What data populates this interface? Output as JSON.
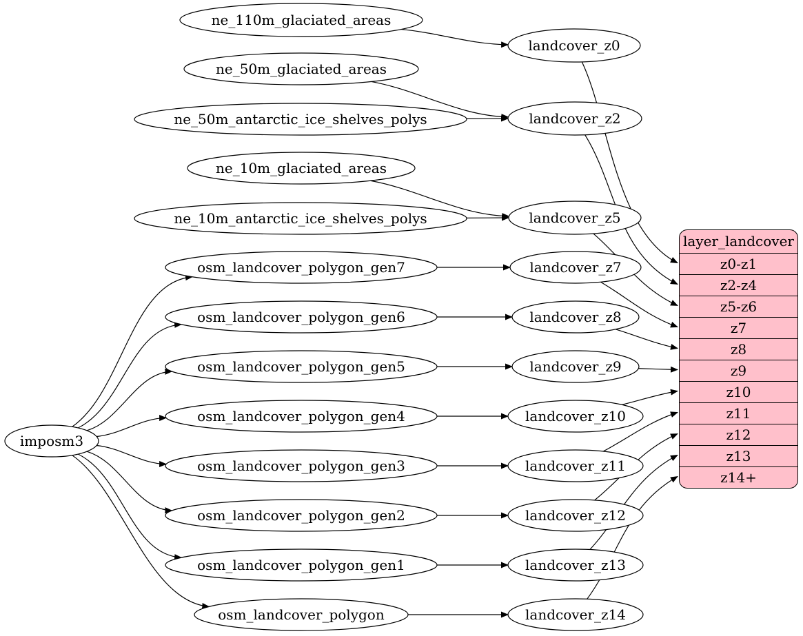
{
  "diagram": {
    "background": "#ffffff",
    "node_fill": "#ffffff",
    "node_stroke": "#000000",
    "edge_color": "#000000",
    "nodes": [
      {
        "id": "imposm3",
        "label": "imposm3"
      },
      {
        "id": "ne_110m_glaciated_areas",
        "label": "ne_110m_glaciated_areas"
      },
      {
        "id": "ne_50m_glaciated_areas",
        "label": "ne_50m_glaciated_areas"
      },
      {
        "id": "ne_50m_antarctic_ice_shelves_polys",
        "label": "ne_50m_antarctic_ice_shelves_polys"
      },
      {
        "id": "ne_10m_glaciated_areas",
        "label": "ne_10m_glaciated_areas"
      },
      {
        "id": "ne_10m_antarctic_ice_shelves_polys",
        "label": "ne_10m_antarctic_ice_shelves_polys"
      },
      {
        "id": "osm_landcover_polygon_gen7",
        "label": "osm_landcover_polygon_gen7"
      },
      {
        "id": "osm_landcover_polygon_gen6",
        "label": "osm_landcover_polygon_gen6"
      },
      {
        "id": "osm_landcover_polygon_gen5",
        "label": "osm_landcover_polygon_gen5"
      },
      {
        "id": "osm_landcover_polygon_gen4",
        "label": "osm_landcover_polygon_gen4"
      },
      {
        "id": "osm_landcover_polygon_gen3",
        "label": "osm_landcover_polygon_gen3"
      },
      {
        "id": "osm_landcover_polygon_gen2",
        "label": "osm_landcover_polygon_gen2"
      },
      {
        "id": "osm_landcover_polygon_gen1",
        "label": "osm_landcover_polygon_gen1"
      },
      {
        "id": "osm_landcover_polygon",
        "label": "osm_landcover_polygon"
      },
      {
        "id": "landcover_z0",
        "label": "landcover_z0"
      },
      {
        "id": "landcover_z2",
        "label": "landcover_z2"
      },
      {
        "id": "landcover_z5",
        "label": "landcover_z5"
      },
      {
        "id": "landcover_z7",
        "label": "landcover_z7"
      },
      {
        "id": "landcover_z8",
        "label": "landcover_z8"
      },
      {
        "id": "landcover_z9",
        "label": "landcover_z9"
      },
      {
        "id": "landcover_z10",
        "label": "landcover_z10"
      },
      {
        "id": "landcover_z11",
        "label": "landcover_z11"
      },
      {
        "id": "landcover_z12",
        "label": "landcover_z12"
      },
      {
        "id": "landcover_z13",
        "label": "landcover_z13"
      },
      {
        "id": "landcover_z14",
        "label": "landcover_z14"
      }
    ],
    "edges": [
      [
        "imposm3",
        "osm_landcover_polygon_gen7"
      ],
      [
        "imposm3",
        "osm_landcover_polygon_gen6"
      ],
      [
        "imposm3",
        "osm_landcover_polygon_gen5"
      ],
      [
        "imposm3",
        "osm_landcover_polygon_gen4"
      ],
      [
        "imposm3",
        "osm_landcover_polygon_gen3"
      ],
      [
        "imposm3",
        "osm_landcover_polygon_gen2"
      ],
      [
        "imposm3",
        "osm_landcover_polygon_gen1"
      ],
      [
        "imposm3",
        "osm_landcover_polygon"
      ],
      [
        "ne_110m_glaciated_areas",
        "landcover_z0"
      ],
      [
        "ne_50m_glaciated_areas",
        "landcover_z2"
      ],
      [
        "ne_50m_antarctic_ice_shelves_polys",
        "landcover_z2"
      ],
      [
        "ne_10m_glaciated_areas",
        "landcover_z5"
      ],
      [
        "ne_10m_antarctic_ice_shelves_polys",
        "landcover_z5"
      ],
      [
        "osm_landcover_polygon_gen7",
        "landcover_z7"
      ],
      [
        "osm_landcover_polygon_gen6",
        "landcover_z8"
      ],
      [
        "osm_landcover_polygon_gen5",
        "landcover_z9"
      ],
      [
        "osm_landcover_polygon_gen4",
        "landcover_z10"
      ],
      [
        "osm_landcover_polygon_gen3",
        "landcover_z11"
      ],
      [
        "osm_landcover_polygon_gen2",
        "landcover_z12"
      ],
      [
        "osm_landcover_polygon_gen1",
        "landcover_z13"
      ],
      [
        "osm_landcover_polygon",
        "landcover_z14"
      ]
    ],
    "table_edges": [
      [
        "landcover_z0",
        "z0-z1"
      ],
      [
        "landcover_z2",
        "z2-z4"
      ],
      [
        "landcover_z5",
        "z5-z6"
      ],
      [
        "landcover_z7",
        "z7"
      ],
      [
        "landcover_z8",
        "z8"
      ],
      [
        "landcover_z9",
        "z9"
      ],
      [
        "landcover_z10",
        "z10"
      ],
      [
        "landcover_z11",
        "z11"
      ],
      [
        "landcover_z12",
        "z12"
      ],
      [
        "landcover_z13",
        "z13"
      ],
      [
        "landcover_z14",
        "z14+"
      ]
    ]
  },
  "table": {
    "title": "layer_landcover",
    "fill": "#ffc0cb",
    "border": "#000000",
    "rows": [
      "z0-z1",
      "z2-z4",
      "z5-z6",
      "z7",
      "z8",
      "z9",
      "z10",
      "z11",
      "z12",
      "z13",
      "z14+"
    ]
  }
}
